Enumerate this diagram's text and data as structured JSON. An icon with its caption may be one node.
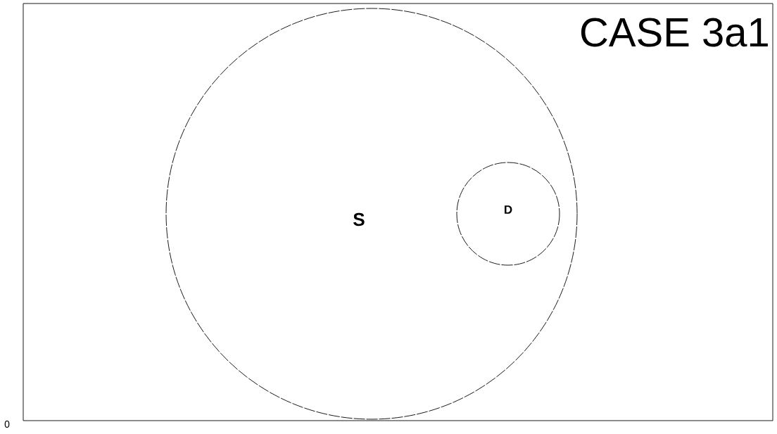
{
  "diagram": {
    "title": "CASE 3a1",
    "nodes": [
      {
        "text": [
          "S"
        ]
      },
      {
        "text": [
          "D"
        ],
        "in": 0
      }
    ],
    "labels": [
      "0"
    ]
  }
}
